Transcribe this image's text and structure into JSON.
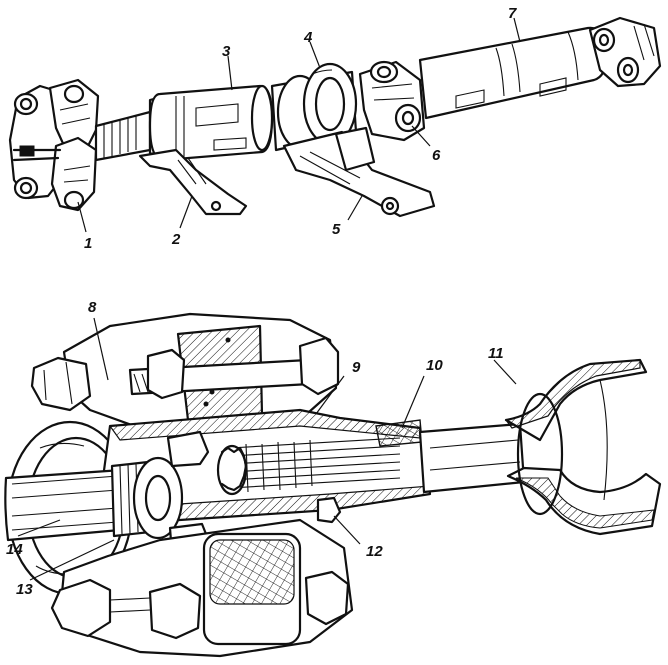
{
  "figure": {
    "upper_labels": [
      {
        "id": "label-1",
        "text": "1"
      },
      {
        "id": "label-2",
        "text": "2"
      },
      {
        "id": "label-3",
        "text": "3"
      },
      {
        "id": "label-4",
        "text": "4"
      },
      {
        "id": "label-5",
        "text": "5"
      },
      {
        "id": "label-6",
        "text": "6"
      },
      {
        "id": "label-7",
        "text": "7"
      }
    ],
    "lower_labels": [
      {
        "id": "label-8",
        "text": "8"
      },
      {
        "id": "label-9",
        "text": "9"
      },
      {
        "id": "label-10",
        "text": "10"
      },
      {
        "id": "label-11",
        "text": "11"
      },
      {
        "id": "label-12",
        "text": "12"
      },
      {
        "id": "label-13",
        "text": "13"
      },
      {
        "id": "label-14",
        "text": "14"
      }
    ]
  }
}
